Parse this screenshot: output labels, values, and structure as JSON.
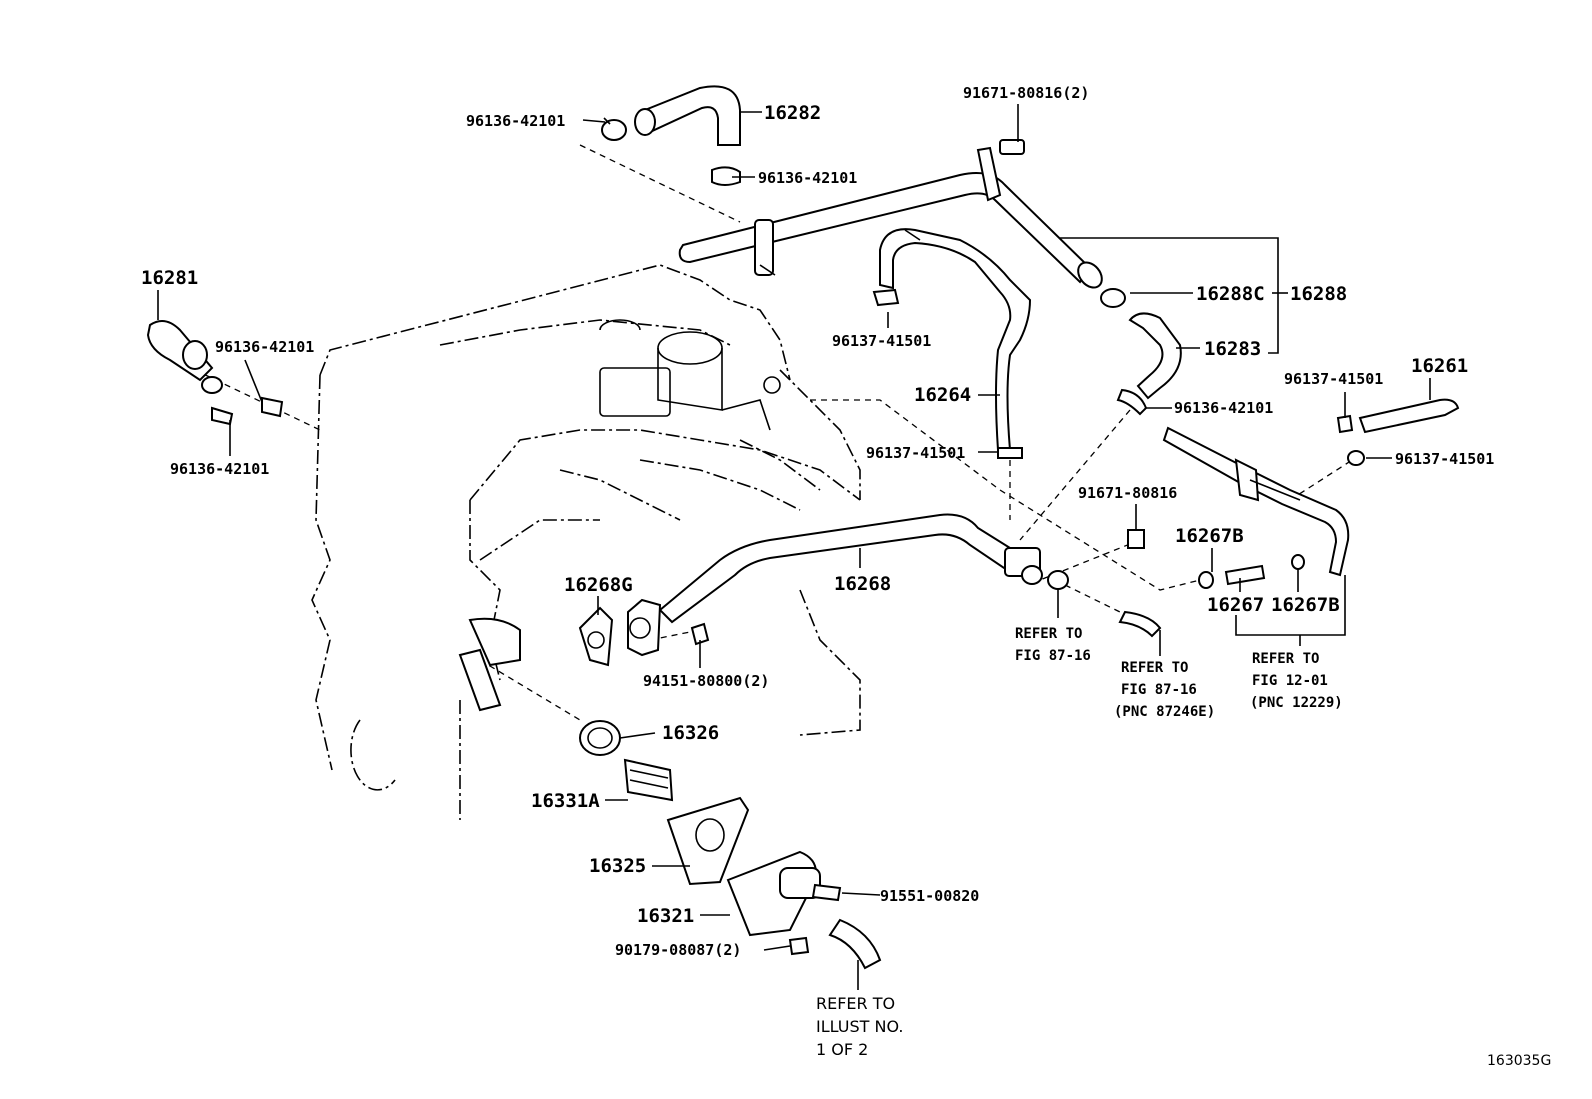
{
  "diagram": {
    "figure_number": "163035G",
    "labels": {
      "p16282": "16282",
      "p96136_top_left": "96136-42101",
      "p96136_top_mid": "96136-42101",
      "p91671_2": "91671-80816(2)",
      "p16281": "16281",
      "p96136_left_a": "96136-42101",
      "p96136_left_b": "96136-42101",
      "p16288C": "16288C",
      "p16288": "16288",
      "p96137_mid": "96137-41501",
      "p16283": "16283",
      "p16264": "16264",
      "p96136_right": "96136-42101",
      "p96137_right_top": "96137-41501",
      "p16261": "16261",
      "p96137_center": "96137-41501",
      "p96137_far_right": "96137-41501",
      "p91671": "91671-80816",
      "p16267B_a": "16267B",
      "p16267": "16267",
      "p16267B_b": "16267B",
      "p16268G": "16268G",
      "p16268": "16268",
      "p94151": "94151-80800(2)",
      "p16326": "16326",
      "p16331A": "16331A",
      "p16325": "16325",
      "p16321": "16321",
      "p91551": "91551-00820",
      "p90179": "90179-08087(2)"
    },
    "notes": {
      "refer1_line1": "REFER TO",
      "refer1_line2": "FIG 87-16",
      "refer2_line1": "REFER TO",
      "refer2_line2": "FIG 87-16",
      "refer2_line3": "(PNC 87246E)",
      "refer3_line1": "REFER TO",
      "refer3_line2": "FIG 12-01",
      "refer3_line3": "(PNC 12229)",
      "refer4_line1": "REFER TO",
      "refer4_line2": "ILLUST NO.",
      "refer4_line3": "1 OF 2"
    }
  }
}
